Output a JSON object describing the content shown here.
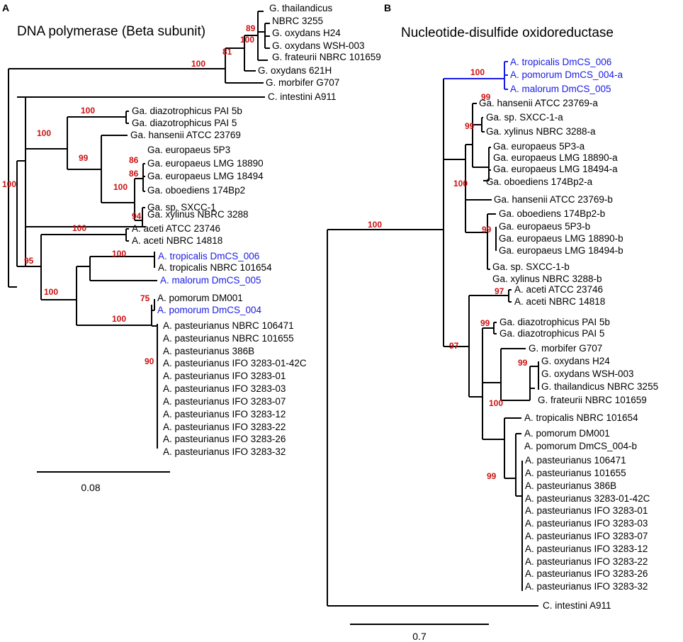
{
  "colors": {
    "branch": "#000000",
    "highlight": "#1a1ae6",
    "bootstrap": "#cc1111"
  },
  "panelA": {
    "letter": "A",
    "title": "DNA polymerase (Beta subunit)",
    "scale_label": "0.08",
    "taxa": [
      "G. thailandicus",
      "NBRC 3255",
      "G. oxydans H24",
      "G. oxydans WSH-003",
      "G. frateurii NBRC 101659",
      "G. oxydans 621H",
      "G. morbifer G707",
      "C. intestini A911",
      "Ga. diazotrophicus PAI 5b",
      "Ga. diazotrophicus PAI 5",
      "Ga. hansenii ATCC 23769",
      "Ga. europaeus 5P3",
      "Ga. europaeus LMG 18890",
      "Ga. europaeus LMG 18494",
      "Ga. oboediens 174Bp2",
      "Ga. sp. SXCC-1",
      "Ga. xylinus NBRC 3288",
      "A. aceti ATCC 23746",
      "A. aceti NBRC 14818",
      "A. tropicalis DmCS_006",
      "A. tropicalis NBRC 101654",
      "A. malorum DmCS_005",
      "A. pomorum DM001",
      "A. pomorum DmCS_004",
      "A. pasteurianus NBRC 106471",
      "A. pasteurianus NBRC 101655",
      "A. pasteurianus 386B",
      "A. pasteurianus IFO 3283-01-42C",
      "A. pasteurianus IFO 3283-01",
      "A. pasteurianus IFO 3283-03",
      "A. pasteurianus IFO 3283-07",
      "A. pasteurianus IFO 3283-12",
      "A. pasteurianus IFO 3283-22",
      "A. pasteurianus IFO 3283-26",
      "A. pasteurianus IFO 3283-32"
    ],
    "bootstrap": [
      "89",
      "100",
      "81",
      "100",
      "100",
      "100",
      "86",
      "86",
      "99",
      "100",
      "94",
      "100",
      "100",
      "100",
      "95",
      "100",
      "75",
      "100",
      "90"
    ]
  },
  "panelB": {
    "letter": "B",
    "title": "Nucleotide-disulfide oxidoreductase",
    "scale_label": "0.7",
    "taxa": [
      "A. tropicalis DmCS_006",
      "A. pomorum DmCS_004-a",
      "A. malorum DmCS_005",
      "Ga. hansenii ATCC 23769-a",
      "Ga. sp. SXCC-1-a",
      "Ga. xylinus NBRC 3288-a",
      "Ga. europaeus 5P3-a",
      "Ga. europaeus LMG 18890-a",
      "Ga. europaeus LMG 18494-a",
      "Ga. oboediens 174Bp2-a",
      "Ga. hansenii ATCC 23769-b",
      "Ga. oboediens 174Bp2-b",
      "Ga. europaeus 5P3-b",
      "Ga. europaeus LMG 18890-b",
      "Ga. europaeus LMG 18494-b",
      "Ga. sp. SXCC-1-b",
      "Ga. xylinus NBRC 3288-b",
      "A. aceti ATCC 23746",
      "A. aceti NBRC 14818",
      "Ga. diazotrophicus PAI 5b",
      "Ga. diazotrophicus PAI 5",
      "G. morbifer G707",
      "G. oxydans H24",
      "G. oxydans WSH-003",
      "G. thailandicus NBRC 3255",
      "G. frateurii NBRC 101659",
      "A. tropicalis NBRC 101654",
      "A. pomorum DM001",
      "A. pomorum DmCS_004-b",
      "A. pasteurianus 106471",
      "A. pasteurianus 101655",
      "A. pasteurianus 386B",
      "A. pasteurianus 3283-01-42C",
      "A. pasteurianus IFO 3283-01",
      "A. pasteurianus IFO 3283-03",
      "A. pasteurianus IFO 3283-07",
      "A. pasteurianus IFO 3283-12",
      "A. pasteurianus IFO 3283-22",
      "A. pasteurianus IFO 3283-26",
      "A. pasteurianus IFO 3283-32",
      "C. intestini A911"
    ],
    "bootstrap": [
      "100",
      "99",
      "99",
      "100",
      "99",
      "100",
      "97",
      "99",
      "97",
      "99",
      "100",
      "99"
    ]
  }
}
